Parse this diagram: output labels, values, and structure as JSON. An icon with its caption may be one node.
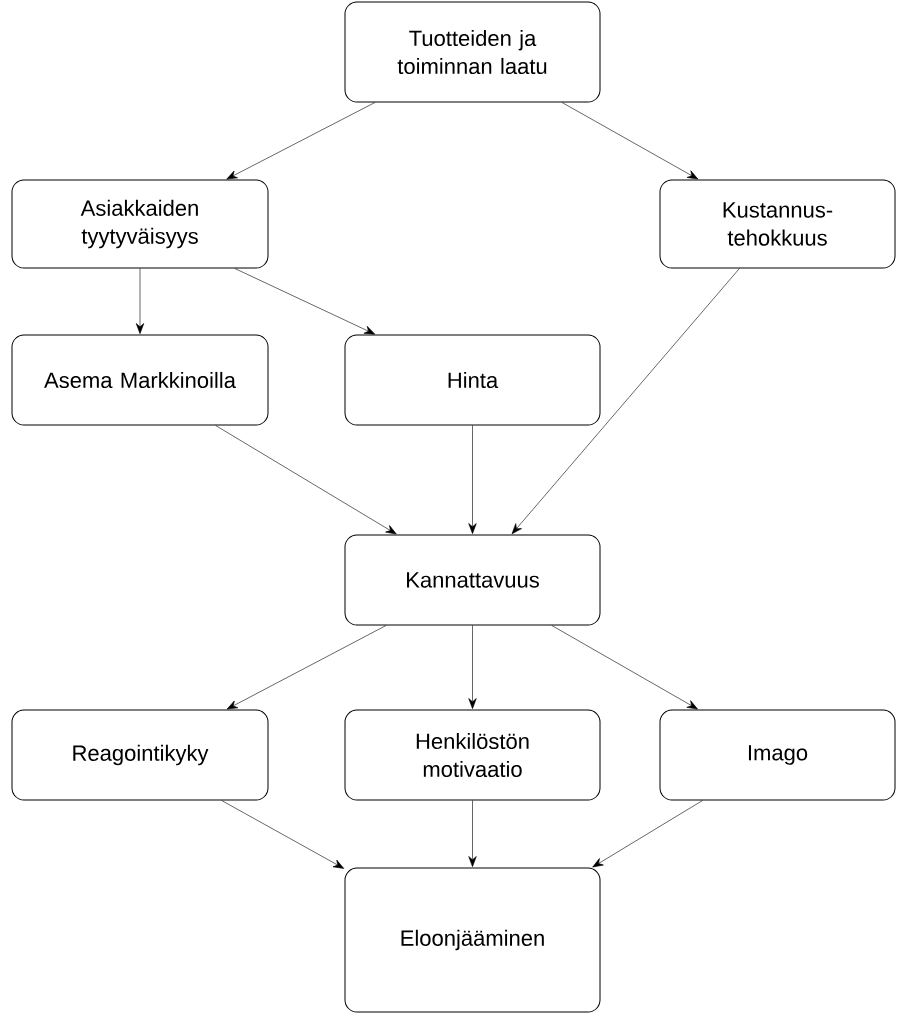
{
  "diagram": {
    "nodes": [
      {
        "text": [
          "Tuotteiden ja toiminnan laatu"
        ]
      },
      {
        "text": [
          "Asiakkaiden tyytyväisyys"
        ]
      },
      {
        "text": [
          "Kustannus-tehokkuus"
        ]
      },
      {
        "text": [
          "Asema Markkinoilla"
        ]
      },
      {
        "text": [
          "Hinta"
        ]
      },
      {
        "text": [
          "Kannattavuus"
        ]
      },
      {
        "text": [
          "Reagointikyky"
        ]
      },
      {
        "text": [
          "Henkilöstön motivaatio"
        ]
      },
      {
        "text": [
          "Imago"
        ]
      },
      {
        "text": [
          "Eloonjääminen"
        ]
      }
    ],
    "edges": [
      {
        "from": 0,
        "to": 1,
        "arrow": "to"
      },
      {
        "from": 0,
        "to": 2,
        "arrow": "to"
      },
      {
        "from": 1,
        "to": 3,
        "arrow": "to"
      },
      {
        "from": 1,
        "to": 4,
        "arrow": "to"
      },
      {
        "from": 3,
        "to": 5,
        "arrow": "to"
      },
      {
        "from": 4,
        "to": 5,
        "arrow": "to"
      },
      {
        "from": 2,
        "to": 5,
        "arrow": "to"
      },
      {
        "from": 5,
        "to": 6,
        "arrow": "to"
      },
      {
        "from": 5,
        "to": 7,
        "arrow": "to"
      },
      {
        "from": 5,
        "to": 8,
        "arrow": "to"
      },
      {
        "from": 6,
        "to": 9,
        "arrow": "to"
      },
      {
        "from": 7,
        "to": 9,
        "arrow": "to"
      },
      {
        "from": 8,
        "to": 9,
        "arrow": "to"
      }
    ]
  }
}
